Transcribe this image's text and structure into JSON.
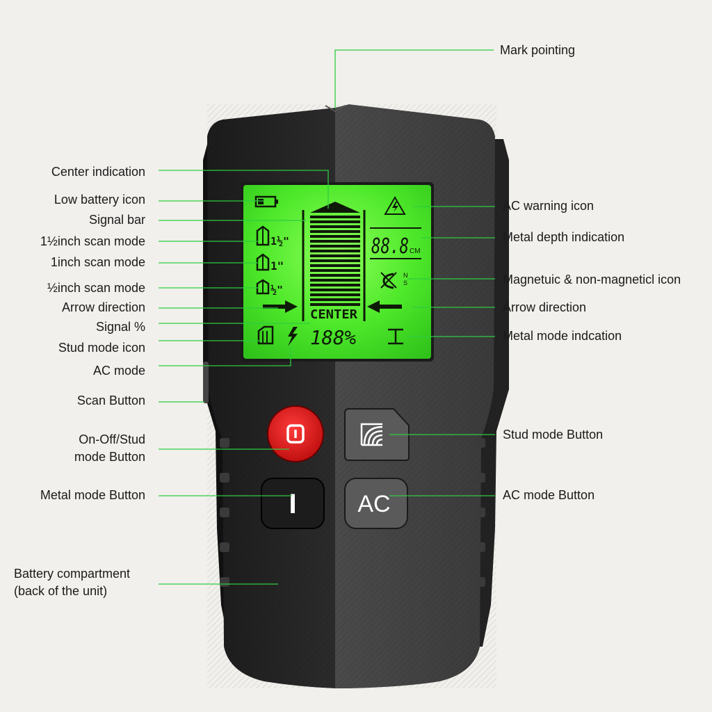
{
  "colors": {
    "background": "#f1f0ec",
    "leader_line": "#2ecc40",
    "lcd_green": "#5dff3a",
    "power_button": "#d81d1d",
    "device_body": "#2a2a2a"
  },
  "labels": {
    "mark_pointing": "Mark pointing",
    "center_indication": "Center indication",
    "low_battery_icon": "Low battery icon",
    "signal_bar": "Signal bar",
    "scan_1_5": "1½inch scan mode",
    "scan_1": "1inch scan mode",
    "scan_0_5": "½inch scan mode",
    "arrow_direction_left": "Arrow direction",
    "signal_percent": "Signal %",
    "stud_mode_icon": "Stud mode icon",
    "ac_mode": "AC mode",
    "scan_button": "Scan Button",
    "onoff_stud_line1": "On-Off/Stud",
    "onoff_stud_line2": "mode Button",
    "metal_mode_button": "Metal mode Button",
    "battery_line1": "Battery compartment",
    "battery_line2": "(back of the unit)",
    "ac_warning_icon": "AC warning icon",
    "metal_depth": "Metal depth indication",
    "magnetic_icon": "Magnetuic & non-magneticl icon",
    "arrow_direction_right": "Arrow direction",
    "metal_mode_indication": "Metal mode indcation",
    "stud_mode_button": "Stud mode Button",
    "ac_mode_button": "AC mode Button"
  },
  "lcd": {
    "center": "CENTER",
    "depth": "88.8",
    "depth_unit": "CM",
    "signal": "188%",
    "scan_1_5": "1½\"",
    "scan_1": "1\"",
    "scan_0_5": "½\"",
    "mag_n": "N",
    "mag_s": "S"
  },
  "buttons": {
    "ac": "AC",
    "metal": "I"
  },
  "icons": {
    "low_battery": "battery-low-icon",
    "ac_warning": "lightning-warning-triangle-icon",
    "magnetic": "magnet-crossed-icon",
    "metal_mode": "i-beam-icon",
    "stud_mode": "stud-block-icon",
    "ac_mode": "lightning-bolt-icon",
    "power": "power-icon",
    "stud_button": "wave-arcs-icon"
  }
}
